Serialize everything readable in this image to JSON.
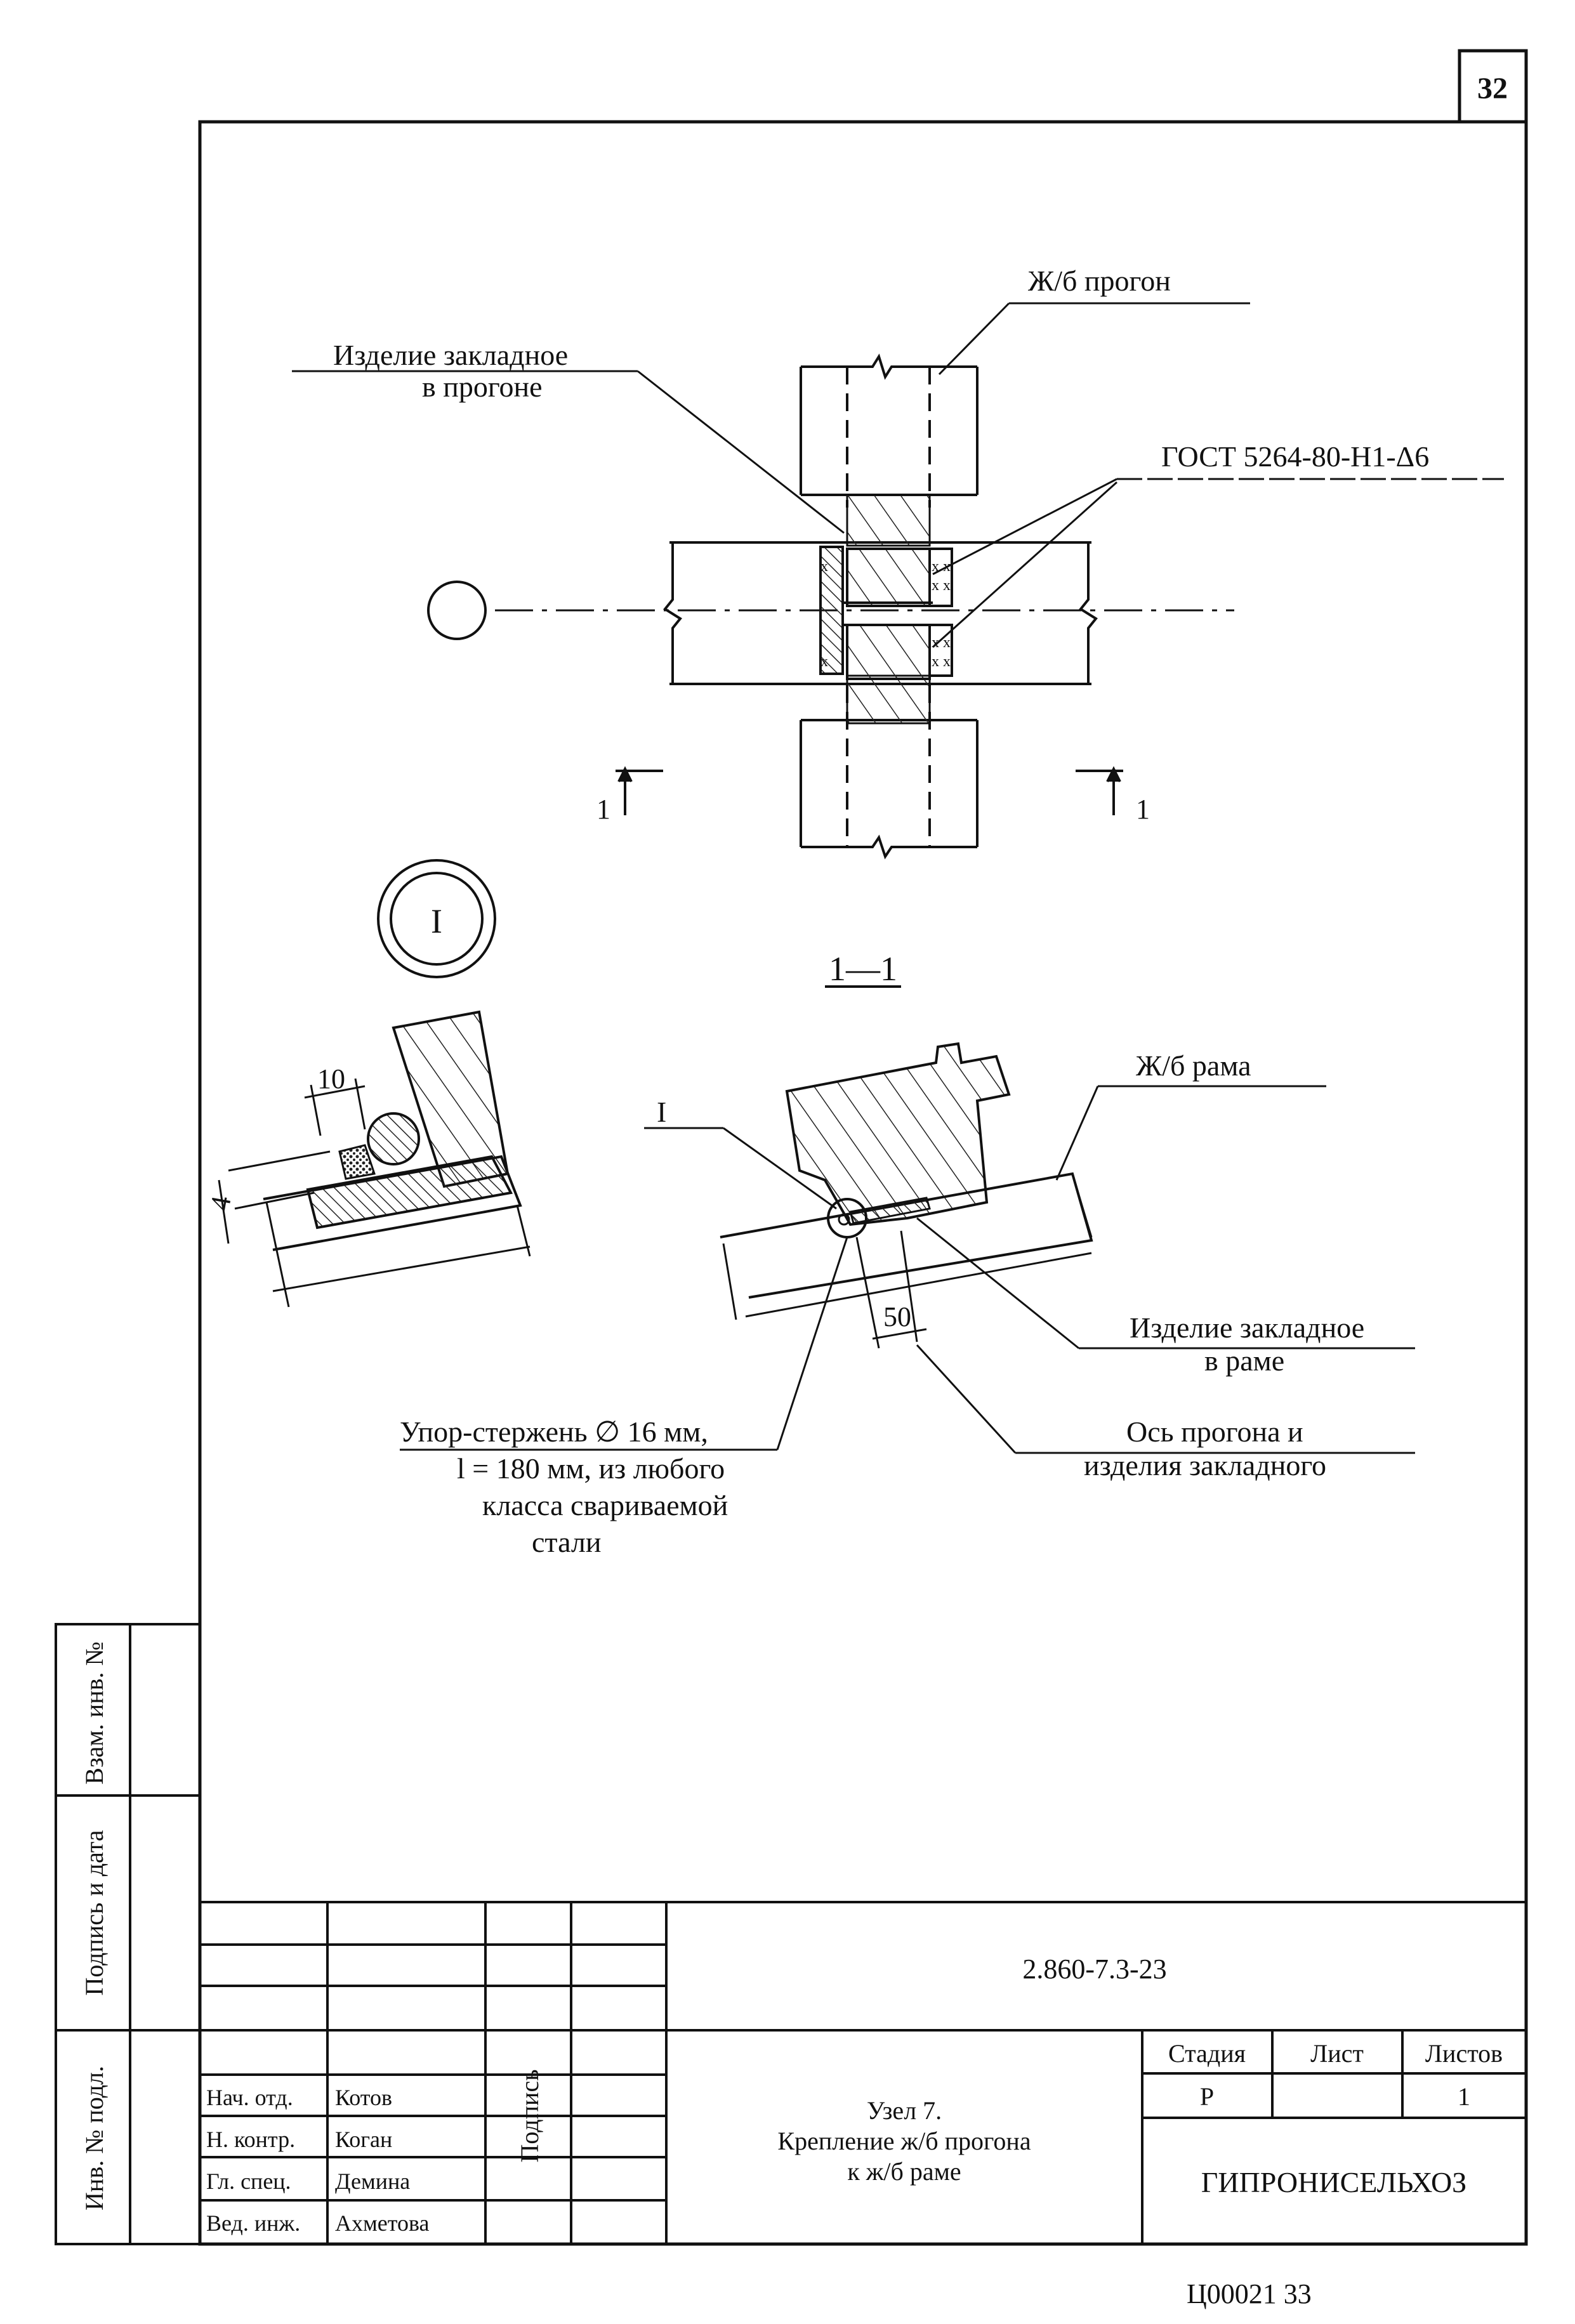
{
  "sheet": {
    "page_number": "32",
    "footer_code": "Ц00021   33"
  },
  "plan_view": {
    "label_purlin": "Ж/б прогон",
    "label_embedded_line1": "Изделие закладное",
    "label_embedded_line2": "в прогоне",
    "label_weld": "ГОСТ 5264-80-Н1-Δ6",
    "cut_mark_left": "1",
    "cut_mark_right": "1"
  },
  "detail": {
    "callout": "I",
    "dim_top": "10",
    "dim_side": "4"
  },
  "section": {
    "title": "1—1",
    "callout": "I",
    "label_frame": "Ж/б рама",
    "label_embedded_line1": "Изделие закладное",
    "label_embedded_line2": "в раме",
    "label_axis_line1": "Ось прогона и",
    "label_axis_line2": "изделия закладного",
    "label_stop_line1": "Упор-стержень ∅ 16 мм,",
    "label_stop_line2": "l = 180 мм, из любого",
    "label_stop_line3": "класса свариваемой",
    "label_stop_line4": "стали",
    "dim_bottom": "50"
  },
  "side_stamp": {
    "vzam": "Взам. инв. №",
    "podpis_data": "Подпись и дата",
    "inv_podl": "Инв. № подл."
  },
  "title_block": {
    "doc_code": "2.860-7.3-23",
    "stage_header": "Стадия",
    "sheet_header": "Лист",
    "sheets_header": "Листов",
    "stage_value": "Р",
    "sheet_value": "",
    "sheets_value": "1",
    "signature_header": "Подпись",
    "roles": [
      {
        "role": "Нач. отд.",
        "name": "Котов"
      },
      {
        "role": "Н. контр.",
        "name": "Коган"
      },
      {
        "role": "Гл. спец.",
        "name": "Демина"
      },
      {
        "role": "Вед. инж.",
        "name": "Ахметова"
      }
    ],
    "title_line1": "Узел 7.",
    "title_line2": "Крепление ж/б прогона",
    "title_line3": "к ж/б раме",
    "organization": "ГИПРОНИСЕЛЬХОЗ"
  }
}
